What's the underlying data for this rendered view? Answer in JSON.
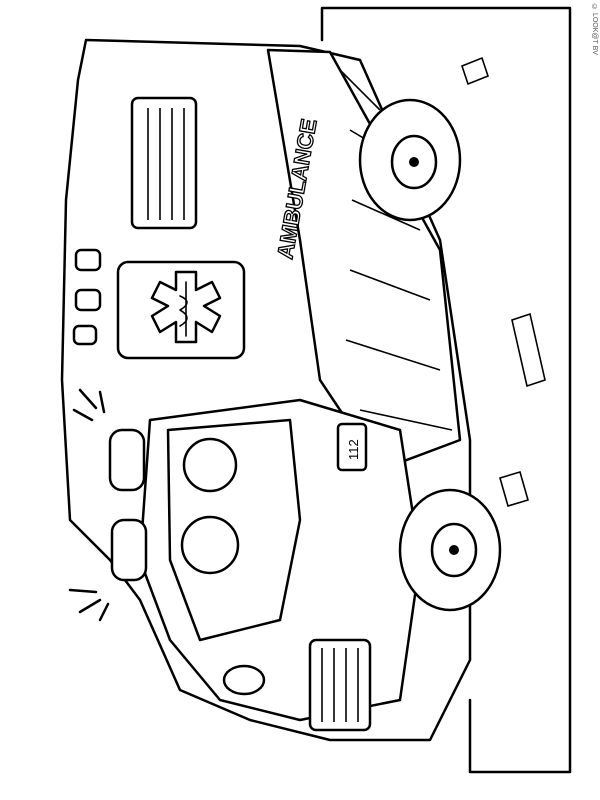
{
  "copyright": "© LOOK@T BV",
  "vehicle": {
    "side_label": "AMBULANCE",
    "number_plate": "112"
  },
  "colors": {
    "line": "#000000",
    "background": "#ffffff"
  }
}
